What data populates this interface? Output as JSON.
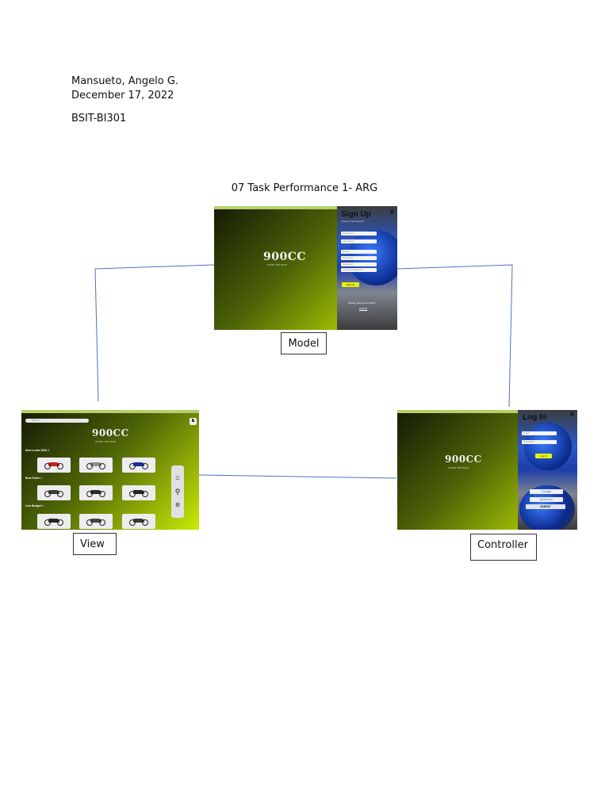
{
  "header": {
    "name": "Mansueto, Angelo G.",
    "date": "December 17, 2022",
    "section": "BSIT-BI301"
  },
  "document_title": "07 Task Performance 1- ARG",
  "labels": {
    "model": "Model",
    "view": "View",
    "controller": "Controller"
  },
  "app": {
    "logo": "900CC",
    "tagline": "CHASE THE RACE"
  },
  "model_screen": {
    "title": "Sign Up",
    "close": "X",
    "subtitle": "Create a new account",
    "fields": [
      "First Name",
      "Last Name",
      "Email",
      "Username",
      "Password",
      "Confirm Password"
    ],
    "submit": "Sign Up",
    "footer_text": "Already have an account?",
    "footer_link": "LOG IN"
  },
  "view_screen": {
    "search_placeholder": "Search",
    "sections": [
      "New Looks 2022 >",
      "Best Seller >",
      "Low Budget >"
    ],
    "nav_icons": [
      "home-icon",
      "search-icon",
      "settings-icon"
    ],
    "bike_colors": [
      "#c8202a",
      "#8c8c92",
      "#1b2fa8",
      "#3a3a3a",
      "#2a2a2a",
      "#222222",
      "#262626",
      "#444444",
      "#3a3a3a"
    ]
  },
  "controller_screen": {
    "title": "Log In",
    "close": "X",
    "fields": [
      "Email",
      "Password"
    ],
    "submit": "Log In",
    "google": "Google",
    "facebook": "facebook",
    "guest": "GUEST"
  },
  "colors": {
    "accent": "#c9ea04",
    "connector": "#4a72c4"
  }
}
